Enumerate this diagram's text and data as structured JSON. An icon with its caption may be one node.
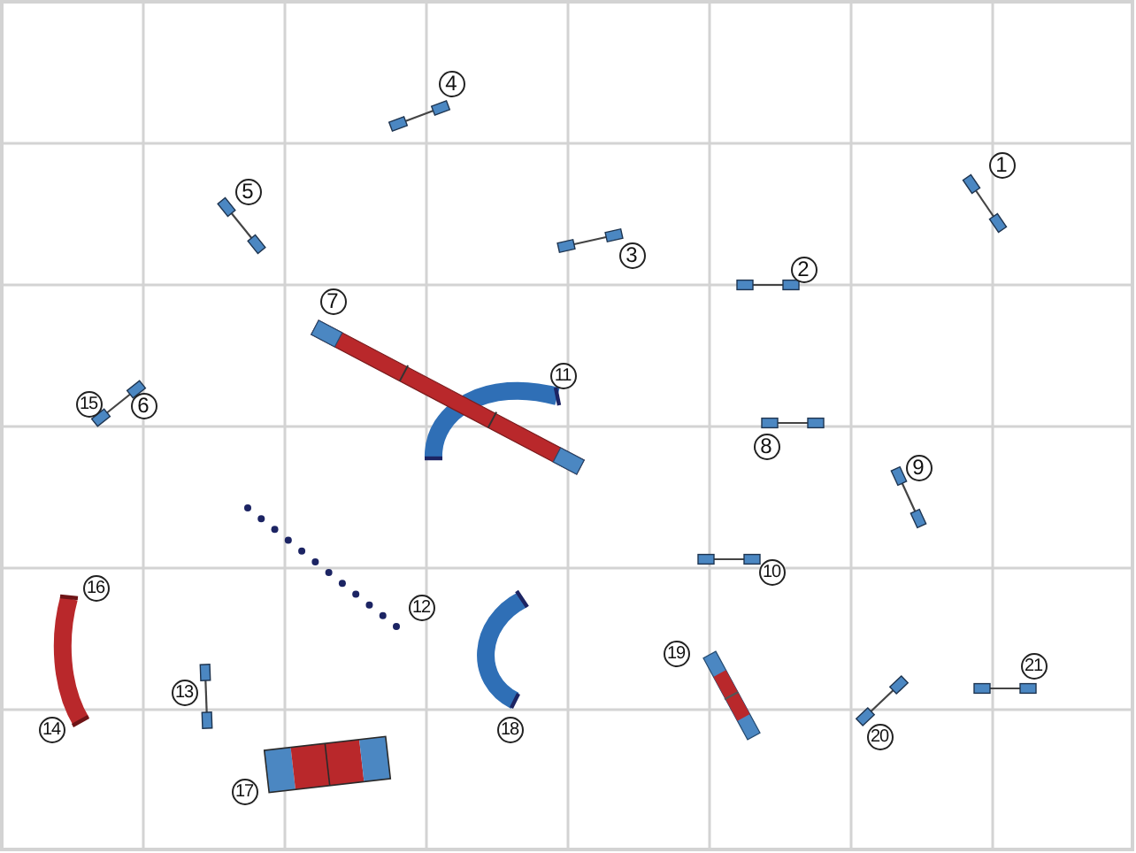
{
  "diagram": {
    "labels": [
      "4",
      "1",
      "5",
      "3",
      "2",
      "7",
      "11",
      "15",
      "6",
      "8",
      "9",
      "10",
      "16",
      "12",
      "19",
      "21",
      "13",
      "18",
      "14",
      "20",
      "17"
    ]
  }
}
